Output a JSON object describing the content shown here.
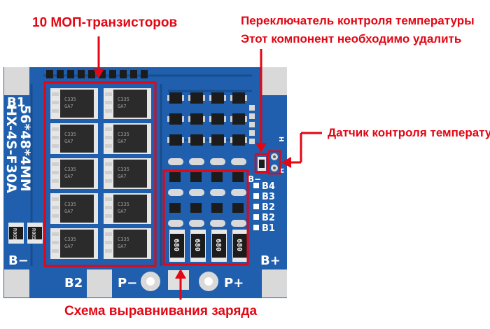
{
  "colors": {
    "board": "#1f5fae",
    "board_dark": "#174c8f",
    "pad": "#d9d9d9",
    "chip": "#2b2b2b",
    "accent": "#e30613"
  },
  "captions": {
    "mosfets": "10 МОП-транзисторов",
    "temp_switch_line1": "Переключатель контроля температуры",
    "temp_switch_line2": "Этот компонент необходимо удалить",
    "temp_sensor": "Датчик контроля температуры",
    "balancing": "Схема выравнивания заряда"
  },
  "board": {
    "model": "HX-4S-F30A",
    "size": "56*48*4MM",
    "pads": {
      "b1": "B1",
      "b_minus": "B−",
      "b2": "B2",
      "p_minus": "P−",
      "p_plus": "P+",
      "b_plus": "B+"
    },
    "balance_labels": [
      "B4",
      "B3",
      "B2",
      "B2",
      "B1"
    ],
    "b_minus_small": "B−",
    "sensor_h": "H",
    "resistors_large": [
      "680",
      "680",
      "680",
      "680"
    ],
    "resistors_small": [
      "R005",
      "R005"
    ],
    "mosfet_marks": [
      "C335 GA7"
    ]
  }
}
